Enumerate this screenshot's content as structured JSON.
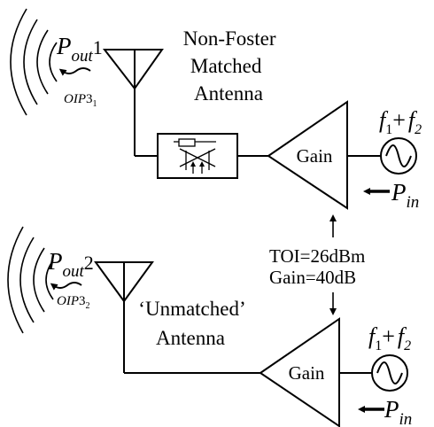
{
  "top": {
    "p_out": {
      "base": "P",
      "sub": "out",
      "num": "1"
    },
    "oip3": {
      "base": "OIP",
      "num": "3",
      "sub": "1"
    },
    "antenna_label": [
      "Non-Foster",
      "Matched",
      "Antenna"
    ],
    "amp_label": "Gain",
    "source": {
      "f1_base": "f",
      "f1_sub": "1",
      "plus": "+",
      "f2_base": "f",
      "f2_sub": "2"
    },
    "p_in": {
      "base": "P",
      "sub": "in"
    }
  },
  "bottom": {
    "p_out": {
      "base": "P",
      "sub": "out",
      "num": "2"
    },
    "oip3": {
      "base": "OIP",
      "num": "3",
      "sub": "2"
    },
    "antenna_label": [
      "‘Unmatched’",
      "Antenna"
    ],
    "amp_label": "Gain",
    "source": {
      "f1_base": "f",
      "f1_sub": "1",
      "plus": "+",
      "f2_base": "f",
      "f2_sub": "2"
    },
    "p_in": {
      "base": "P",
      "sub": "in"
    }
  },
  "middle": {
    "toi": "TOI=26dBm",
    "gain": "Gain=40dB"
  }
}
